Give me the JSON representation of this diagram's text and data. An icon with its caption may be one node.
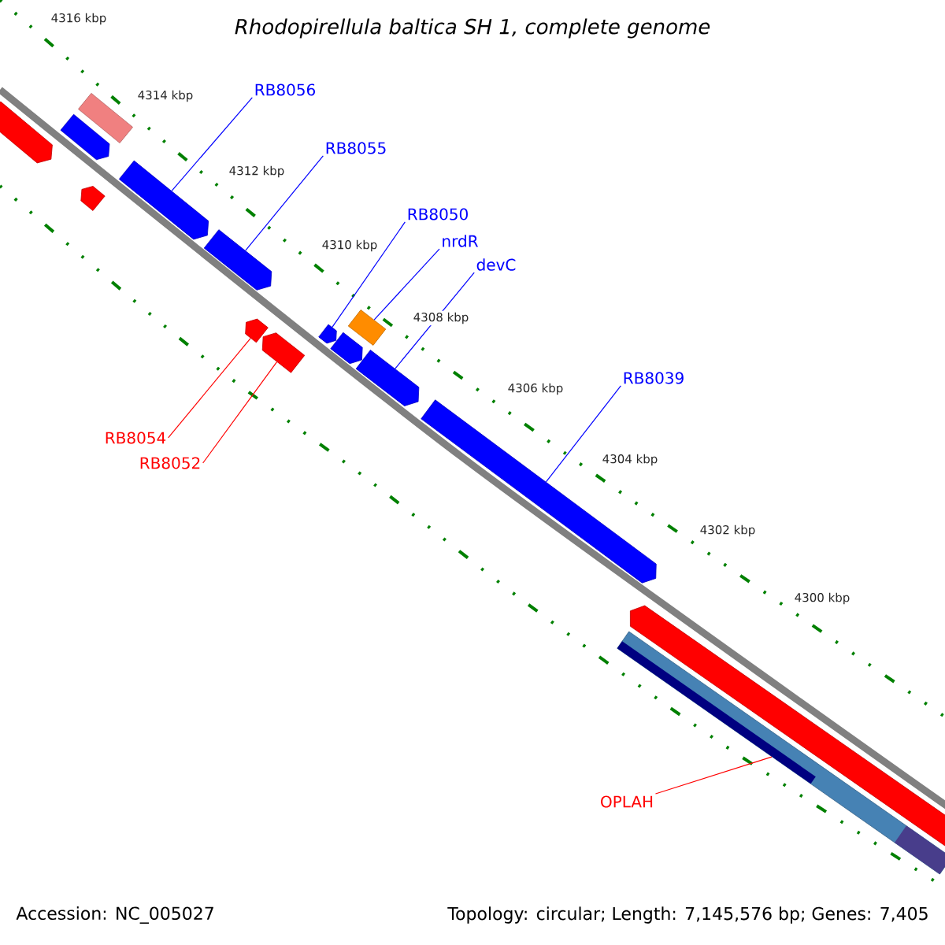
{
  "diagram": {
    "title": "*Rhodopirellula baltica SH 1, complete genome*",
    "nodes": [
      {
        "text": [],
        "shape": "arrow"
      },
      {
        "text": [],
        "shape": "box"
      },
      {
        "text": [],
        "shape": "arrow"
      },
      {
        "text": [],
        "shape": "arrow"
      },
      {
        "text": [],
        "shape": "arrow"
      },
      {
        "text": [],
        "shape": "arrow"
      },
      {
        "text": [],
        "shape": "arrow"
      },
      {
        "text": [],
        "shape": "arrow"
      },
      {
        "text": [],
        "shape": "arrow"
      },
      {
        "text": [],
        "shape": "box"
      },
      {
        "text": [],
        "shape": "arrow"
      },
      {
        "text": [],
        "shape": "arrow"
      },
      {
        "text": [],
        "shape": "arrow"
      },
      {
        "text": [],
        "shape": "arrow"
      },
      {
        "text": [],
        "shape": "box"
      },
      {
        "text": [
          "RB8056"
        ]
      },
      {
        "text": [
          "RB8055"
        ]
      },
      {
        "text": [
          "RB8050"
        ]
      },
      {
        "text": [
          "nrdR"
        ]
      },
      {
        "text": [
          "devC"
        ]
      },
      {
        "text": [
          "RB8039"
        ]
      },
      {
        "text": [
          "RB8054"
        ]
      },
      {
        "text": [
          "RB8052"
        ]
      },
      {
        "text": [
          "OPLAH"
        ]
      }
    ],
    "edges": [
      {
        "from": 15,
        "to": 4,
        "arrow": "none"
      },
      {
        "from": 16,
        "to": 5,
        "arrow": "none"
      },
      {
        "from": 17,
        "to": 8,
        "arrow": "none"
      },
      {
        "from": 18,
        "to": 9,
        "arrow": "none"
      },
      {
        "from": 19,
        "to": 11,
        "arrow": "none"
      },
      {
        "from": 20,
        "to": 12,
        "arrow": "none"
      },
      {
        "from": 21,
        "to": 6,
        "arrow": "none",
        "color": "#ff0000"
      },
      {
        "from": 22,
        "to": 7,
        "arrow": "none",
        "color": "#ff0000"
      },
      {
        "from": 23,
        "to": 14,
        "arrow": "none",
        "color": "#ff0000"
      }
    ],
    "labels": [
      "4316 kbp",
      "4314 kbp",
      "4312 kbp",
      "4310 kbp",
      "4308 kbp",
      "4306 kbp",
      "4304 kbp",
      "4302 kbp",
      "4300 kbp",
      "Accession: NC_005027",
      "Topology: circular; Length: 7,145,576 bp; Genes: 7,405"
    ]
  }
}
